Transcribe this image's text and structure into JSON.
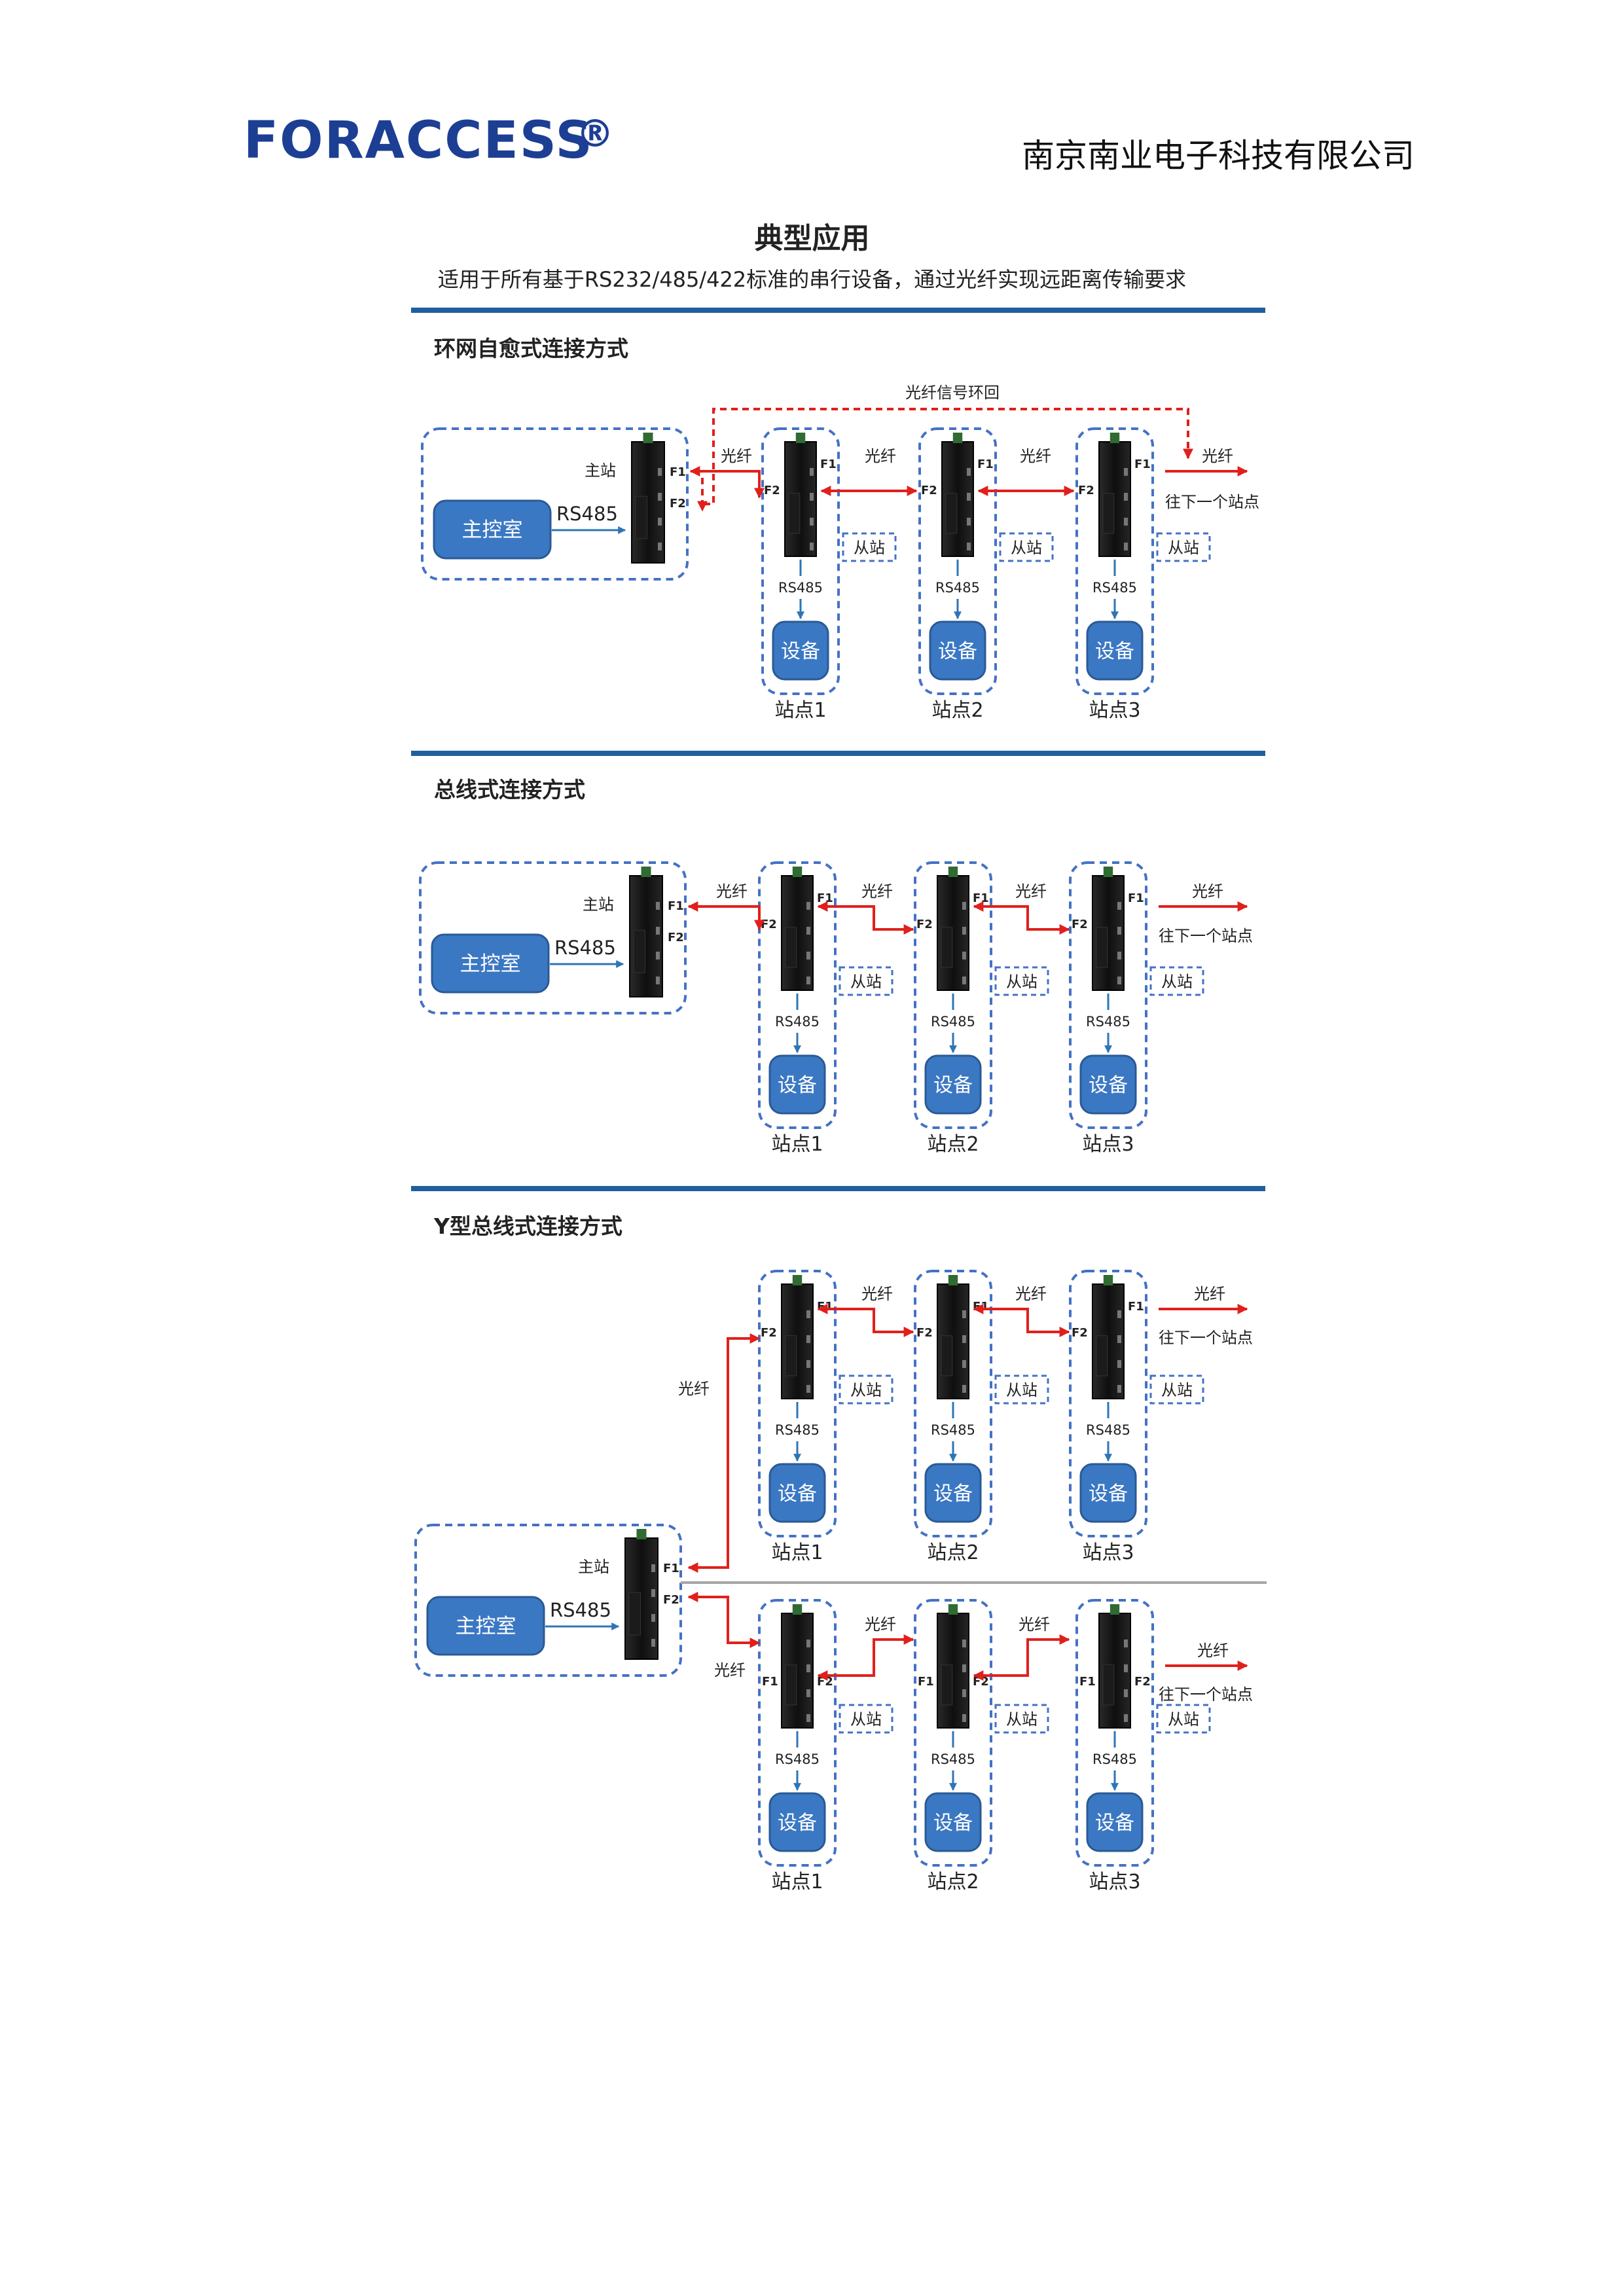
{
  "header": {
    "logo_text": "FORACCESS",
    "registered_mark": "®",
    "company": "南京南业电子科技有限公司"
  },
  "page": {
    "title": "典型应用",
    "subtitle": "适用于所有基于RS232/485/422标准的串行设备，通过光纤实现远距离传输要求"
  },
  "labels": {
    "master_station": "主站",
    "control_room": "主控室",
    "rs485": "RS485",
    "fiber": "光纤",
    "fiber_loop": "光纤信号环回",
    "next_station": "往下一个站点",
    "slave": "从站",
    "device": "设备",
    "f1": "F1",
    "f2": "F2",
    "station1": "站点1",
    "station2": "站点2",
    "station3": "站点3"
  },
  "sections": [
    {
      "title": "环网自愈式连接方式"
    },
    {
      "title": "总线式连接方式"
    },
    {
      "title": "Y型总线式连接方式"
    }
  ],
  "colors": {
    "brand_blue": "#1c3f94",
    "section_bar": "#1f5f9e",
    "box_fill": "#3b78c3",
    "dash_border": "#4472c4",
    "fiber_red": "#e0201c",
    "rs485_arrow": "#2e75b6"
  }
}
